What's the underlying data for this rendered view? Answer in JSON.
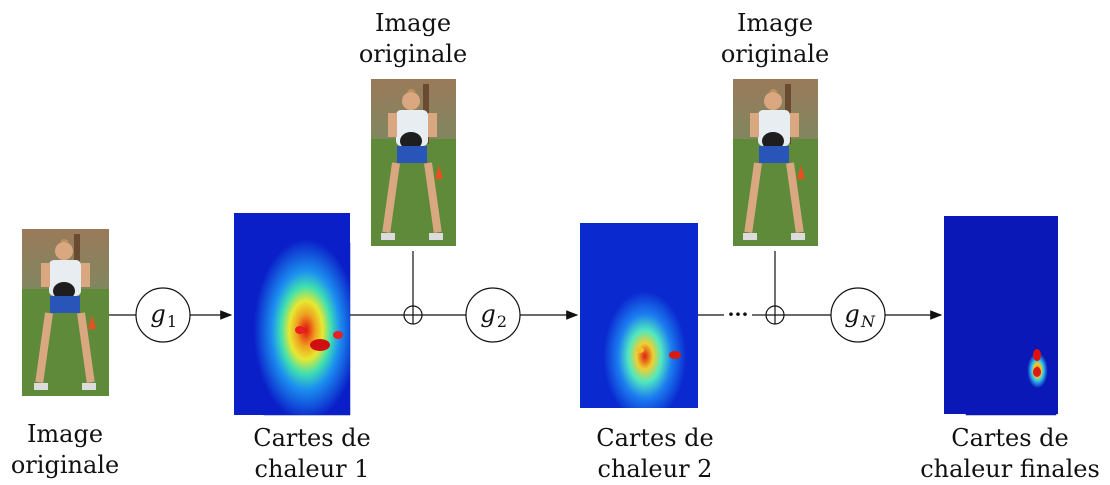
{
  "diagram": {
    "input_label": [
      "Image",
      "originale"
    ],
    "side_image_label_1": [
      "Image",
      "originale"
    ],
    "side_image_label_2": [
      "Image",
      "originale"
    ],
    "heatmap_label_1": [
      "Cartes de",
      "chaleur 1"
    ],
    "heatmap_label_2": [
      "Cartes de",
      "chaleur 2"
    ],
    "heatmap_label_final": [
      "Cartes de",
      "chaleur finales"
    ],
    "stages": [
      {
        "id": "g1",
        "symbol": "g",
        "subscript": "1"
      },
      {
        "id": "g2",
        "symbol": "g",
        "subscript": "2"
      },
      {
        "id": "gN",
        "symbol": "g",
        "subscript": "N"
      }
    ],
    "ellipsis": "···",
    "sum_symbol": "⊕"
  },
  "colors": {
    "arrow": "#111111",
    "heatmap_low": "#0a1fc8",
    "heatmap_mid": "#20d8e0",
    "heatmap_high": "#f02010",
    "grass": "#5e8a3a",
    "shirt": "#e8edf2",
    "shorts": "#2a55b8"
  }
}
